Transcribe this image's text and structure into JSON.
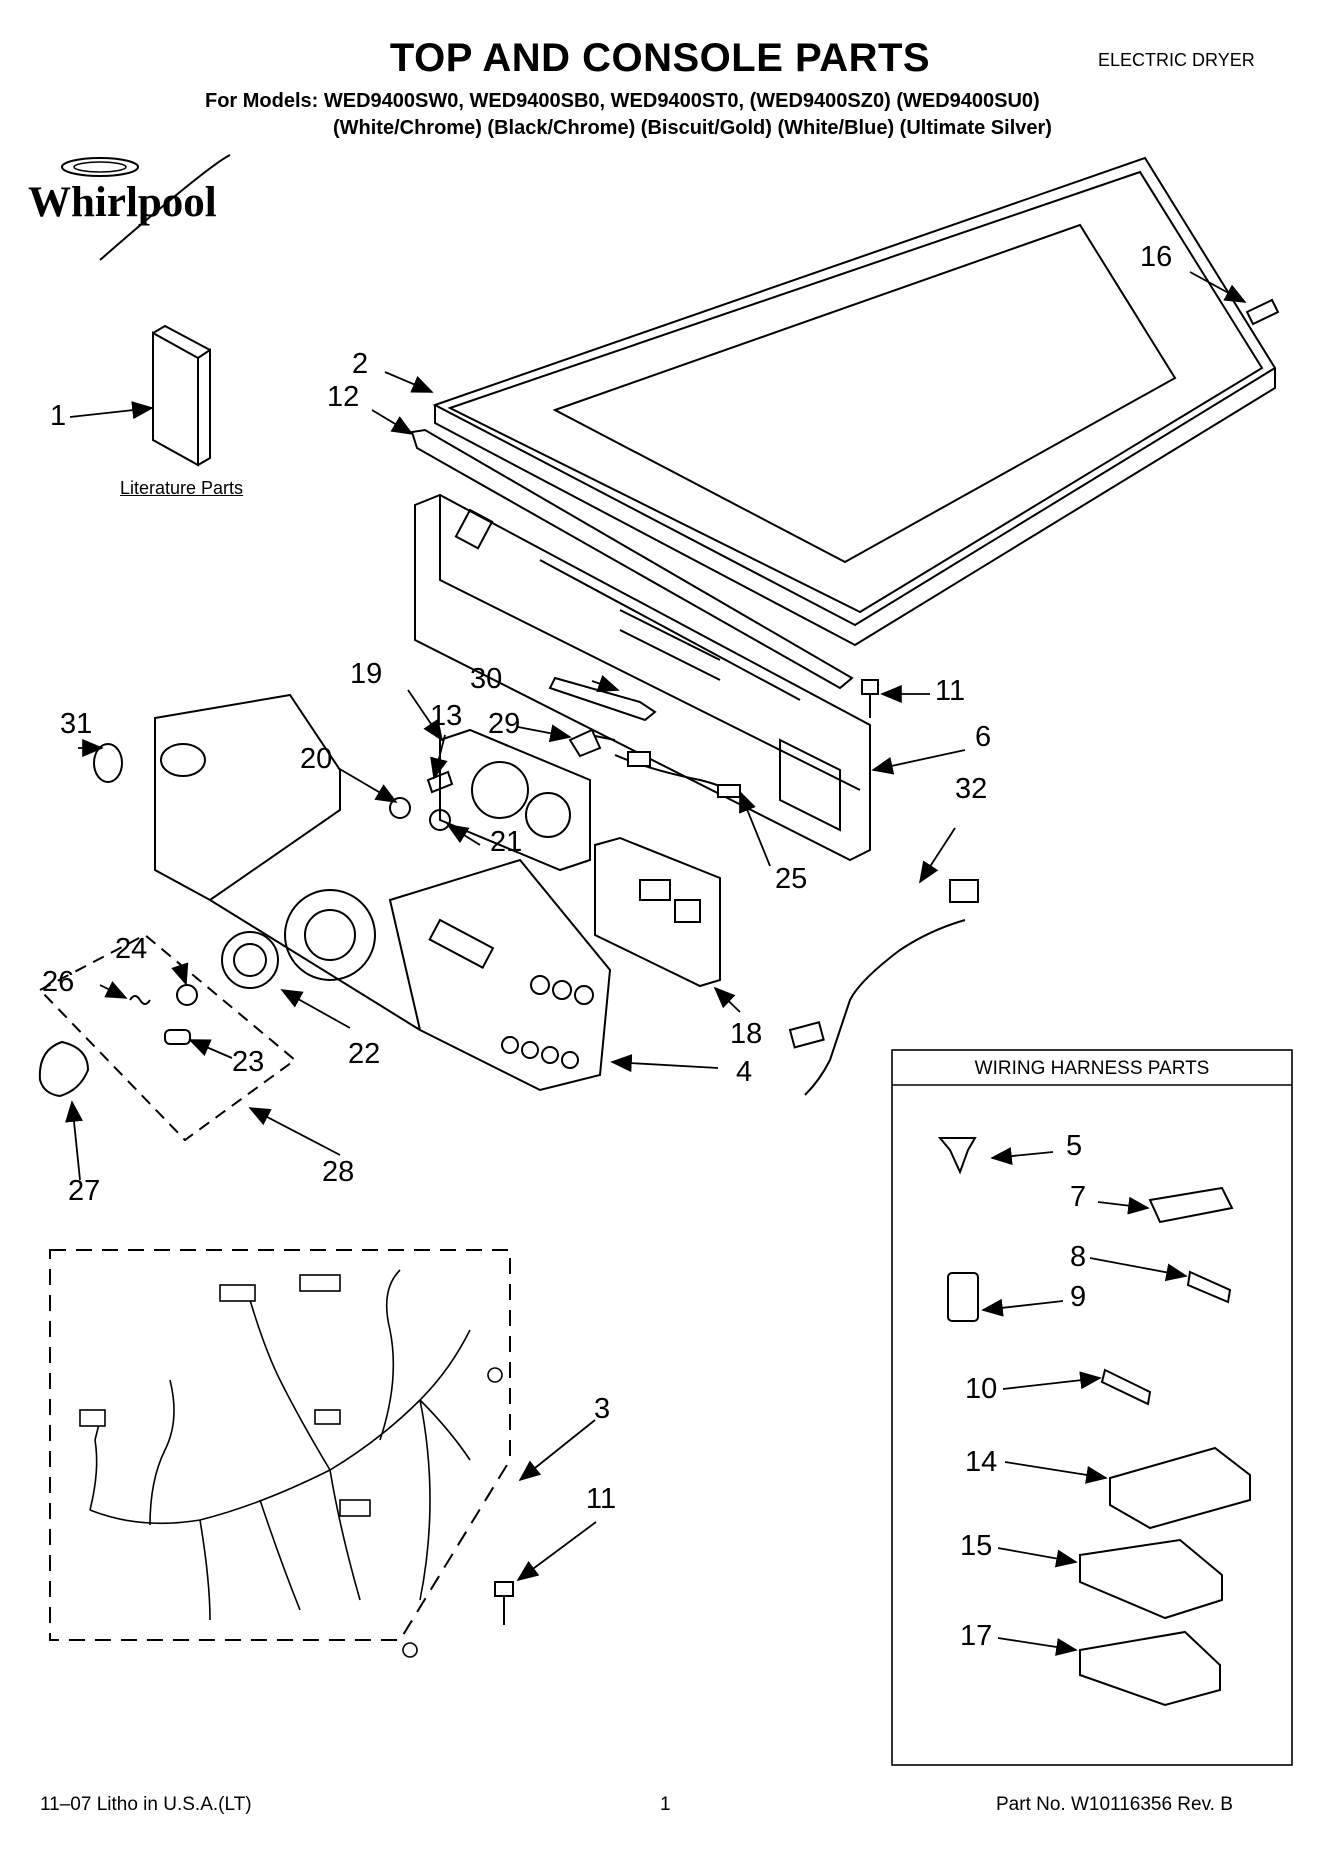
{
  "header": {
    "title": "TOP AND CONSOLE PARTS",
    "doc_type": "ELECTRIC DRYER",
    "models_line": "For Models:  WED9400SW0, WED9400SB0, WED9400ST0, (WED9400SZ0) (WED9400SU0)",
    "colors_line": "(White/Chrome) (Black/Chrome) (Biscuit/Gold)  (White/Blue)  (Ultimate Silver)"
  },
  "brand": {
    "logo_text": "Whirlpool"
  },
  "literature": {
    "label": "Literature Parts"
  },
  "wiring_box": {
    "title": "WIRING HARNESS PARTS"
  },
  "callouts": {
    "c1": "1",
    "c2": "2",
    "c3": "3",
    "c4": "4",
    "c5": "5",
    "c6": "6",
    "c7": "7",
    "c8": "8",
    "c9": "9",
    "c10": "10",
    "c11a": "11",
    "c11b": "11",
    "c12": "12",
    "c13": "13",
    "c14": "14",
    "c15": "15",
    "c16": "16",
    "c17": "17",
    "c18": "18",
    "c19": "19",
    "c20": "20",
    "c21": "21",
    "c22": "22",
    "c23": "23",
    "c24": "24",
    "c25": "25",
    "c26": "26",
    "c27": "27",
    "c28": "28",
    "c29": "29",
    "c30": "30",
    "c31": "31",
    "c32": "32"
  },
  "footer": {
    "litho": "11–07 Litho in U.S.A.(LT)",
    "page": "1",
    "part_no": "Part No. W10116356 Rev. B"
  }
}
